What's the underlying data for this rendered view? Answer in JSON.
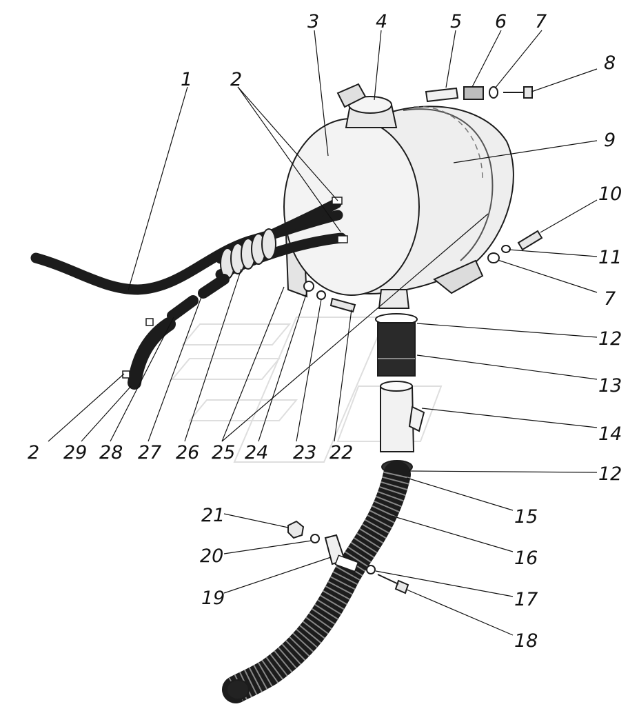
{
  "diagram": {
    "background": "#ffffff",
    "ink": "#111111",
    "part_fill": "#ececec",
    "watermark_color": "#dedede",
    "callouts": [
      {
        "id": "1",
        "text": "1"
      },
      {
        "id": "2a",
        "text": "2"
      },
      {
        "id": "2b",
        "text": "2"
      },
      {
        "id": "3",
        "text": "3"
      },
      {
        "id": "4",
        "text": "4"
      },
      {
        "id": "5",
        "text": "5"
      },
      {
        "id": "6",
        "text": "6"
      },
      {
        "id": "7a",
        "text": "7"
      },
      {
        "id": "7b",
        "text": "7"
      },
      {
        "id": "8",
        "text": "8"
      },
      {
        "id": "9",
        "text": "9"
      },
      {
        "id": "10",
        "text": "10"
      },
      {
        "id": "11",
        "text": "11"
      },
      {
        "id": "12a",
        "text": "12"
      },
      {
        "id": "12b",
        "text": "12"
      },
      {
        "id": "13",
        "text": "13"
      },
      {
        "id": "14",
        "text": "14"
      },
      {
        "id": "15",
        "text": "15"
      },
      {
        "id": "16",
        "text": "16"
      },
      {
        "id": "17",
        "text": "17"
      },
      {
        "id": "18",
        "text": "18"
      },
      {
        "id": "19",
        "text": "19"
      },
      {
        "id": "20",
        "text": "20"
      },
      {
        "id": "21",
        "text": "21"
      },
      {
        "id": "22",
        "text": "22"
      },
      {
        "id": "23",
        "text": "23"
      },
      {
        "id": "24",
        "text": "24"
      },
      {
        "id": "25",
        "text": "25"
      },
      {
        "id": "26",
        "text": "26"
      },
      {
        "id": "27",
        "text": "27"
      },
      {
        "id": "28",
        "text": "28"
      },
      {
        "id": "29",
        "text": "29"
      }
    ]
  }
}
